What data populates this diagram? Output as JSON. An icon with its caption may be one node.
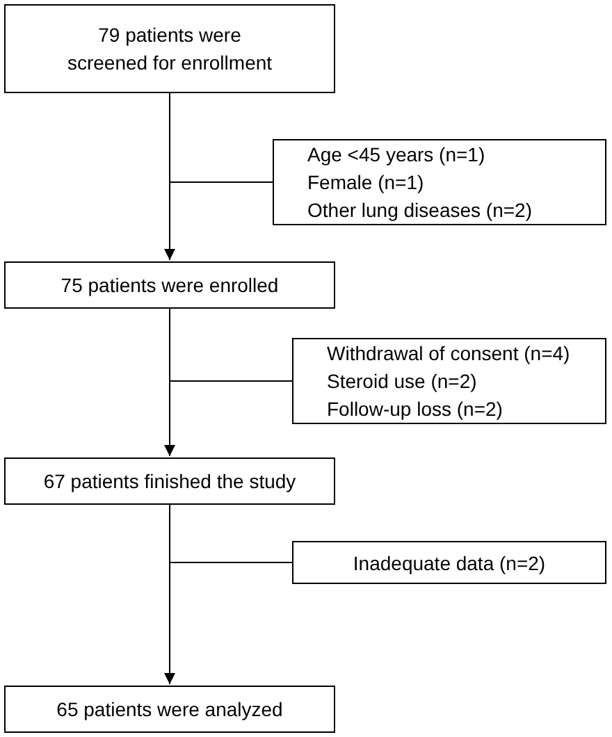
{
  "diagram": {
    "nodes": [
      {
        "text": [
          "79 patients were screened for enrollment"
        ]
      },
      {
        "text": [
          "Age <45 years (n=1)",
          "Female (n=1)",
          "Other lung diseases (n=2)"
        ]
      },
      {
        "text": [
          "75 patients were enrolled"
        ]
      },
      {
        "text": [
          "Withdrawal of consent (n=4)",
          "Steroid use (n=2)",
          "Follow-up loss (n=2)"
        ]
      },
      {
        "text": [
          "67 patients finished the study"
        ]
      },
      {
        "text": [
          "Inadequate data (n=2)"
        ]
      },
      {
        "text": [
          "65 patients were analyzed"
        ]
      }
    ],
    "edges": [
      {
        "from": 0,
        "to": 2,
        "arrow": "to"
      },
      {
        "from": 0,
        "to": 1,
        "arrow": "none"
      },
      {
        "from": 2,
        "to": 4,
        "arrow": "to"
      },
      {
        "from": 2,
        "to": 3,
        "arrow": "none"
      },
      {
        "from": 4,
        "to": 6,
        "arrow": "to"
      },
      {
        "from": 4,
        "to": 5,
        "arrow": "none"
      }
    ]
  }
}
